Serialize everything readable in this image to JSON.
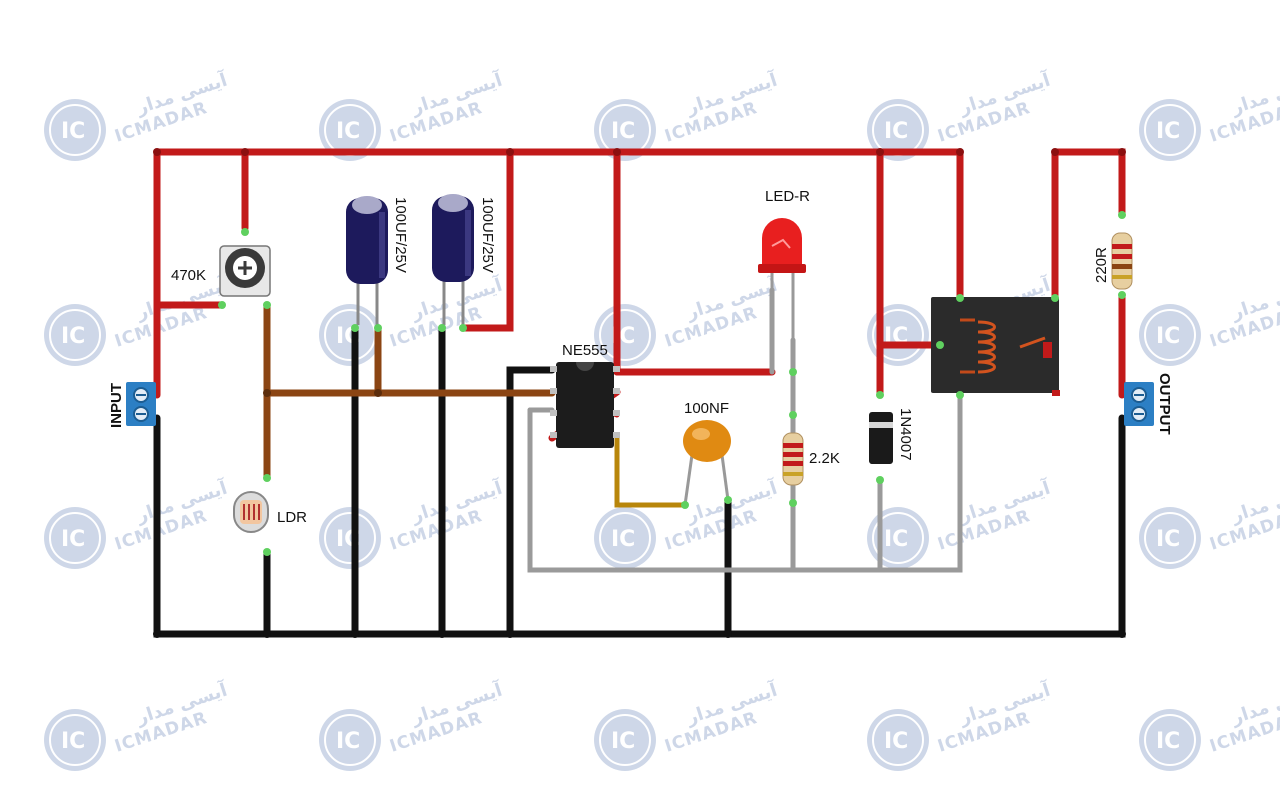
{
  "watermark": {
    "brand_en": "ICMADAR",
    "brand_fa": "آیسی مدار",
    "logo": "IC",
    "color": "#c9d3e6"
  },
  "colors": {
    "wire_positive": "#c21a1a",
    "wire_ground": "#111111",
    "wire_signal_brown": "#8b4513",
    "wire_gray": "#9a9a9a",
    "wire_olive": "#b8860b",
    "terminal_block": "#2c7fc4",
    "capacitor_body": "#1d1a5c",
    "led": "#e81f1f",
    "ceramic_cap": "#e08a12",
    "relay_body": "#2b2b2b",
    "pin_green": "#5fd05f"
  },
  "components": {
    "pot": {
      "label": "470K"
    },
    "cap1": {
      "label": "100UF/25V"
    },
    "cap2": {
      "label": "100UF/25V"
    },
    "ic": {
      "label": "NE555"
    },
    "led": {
      "label": "LED-R"
    },
    "cap_ceramic": {
      "label": "100NF"
    },
    "resistor_led": {
      "label": "2.2K"
    },
    "diode": {
      "label": "1N4007"
    },
    "resistor_out": {
      "label": "220R"
    },
    "ldr": {
      "label": "LDR"
    },
    "input_block": {
      "label": "INPUT"
    },
    "output_block": {
      "label": "OUTPUT"
    }
  }
}
